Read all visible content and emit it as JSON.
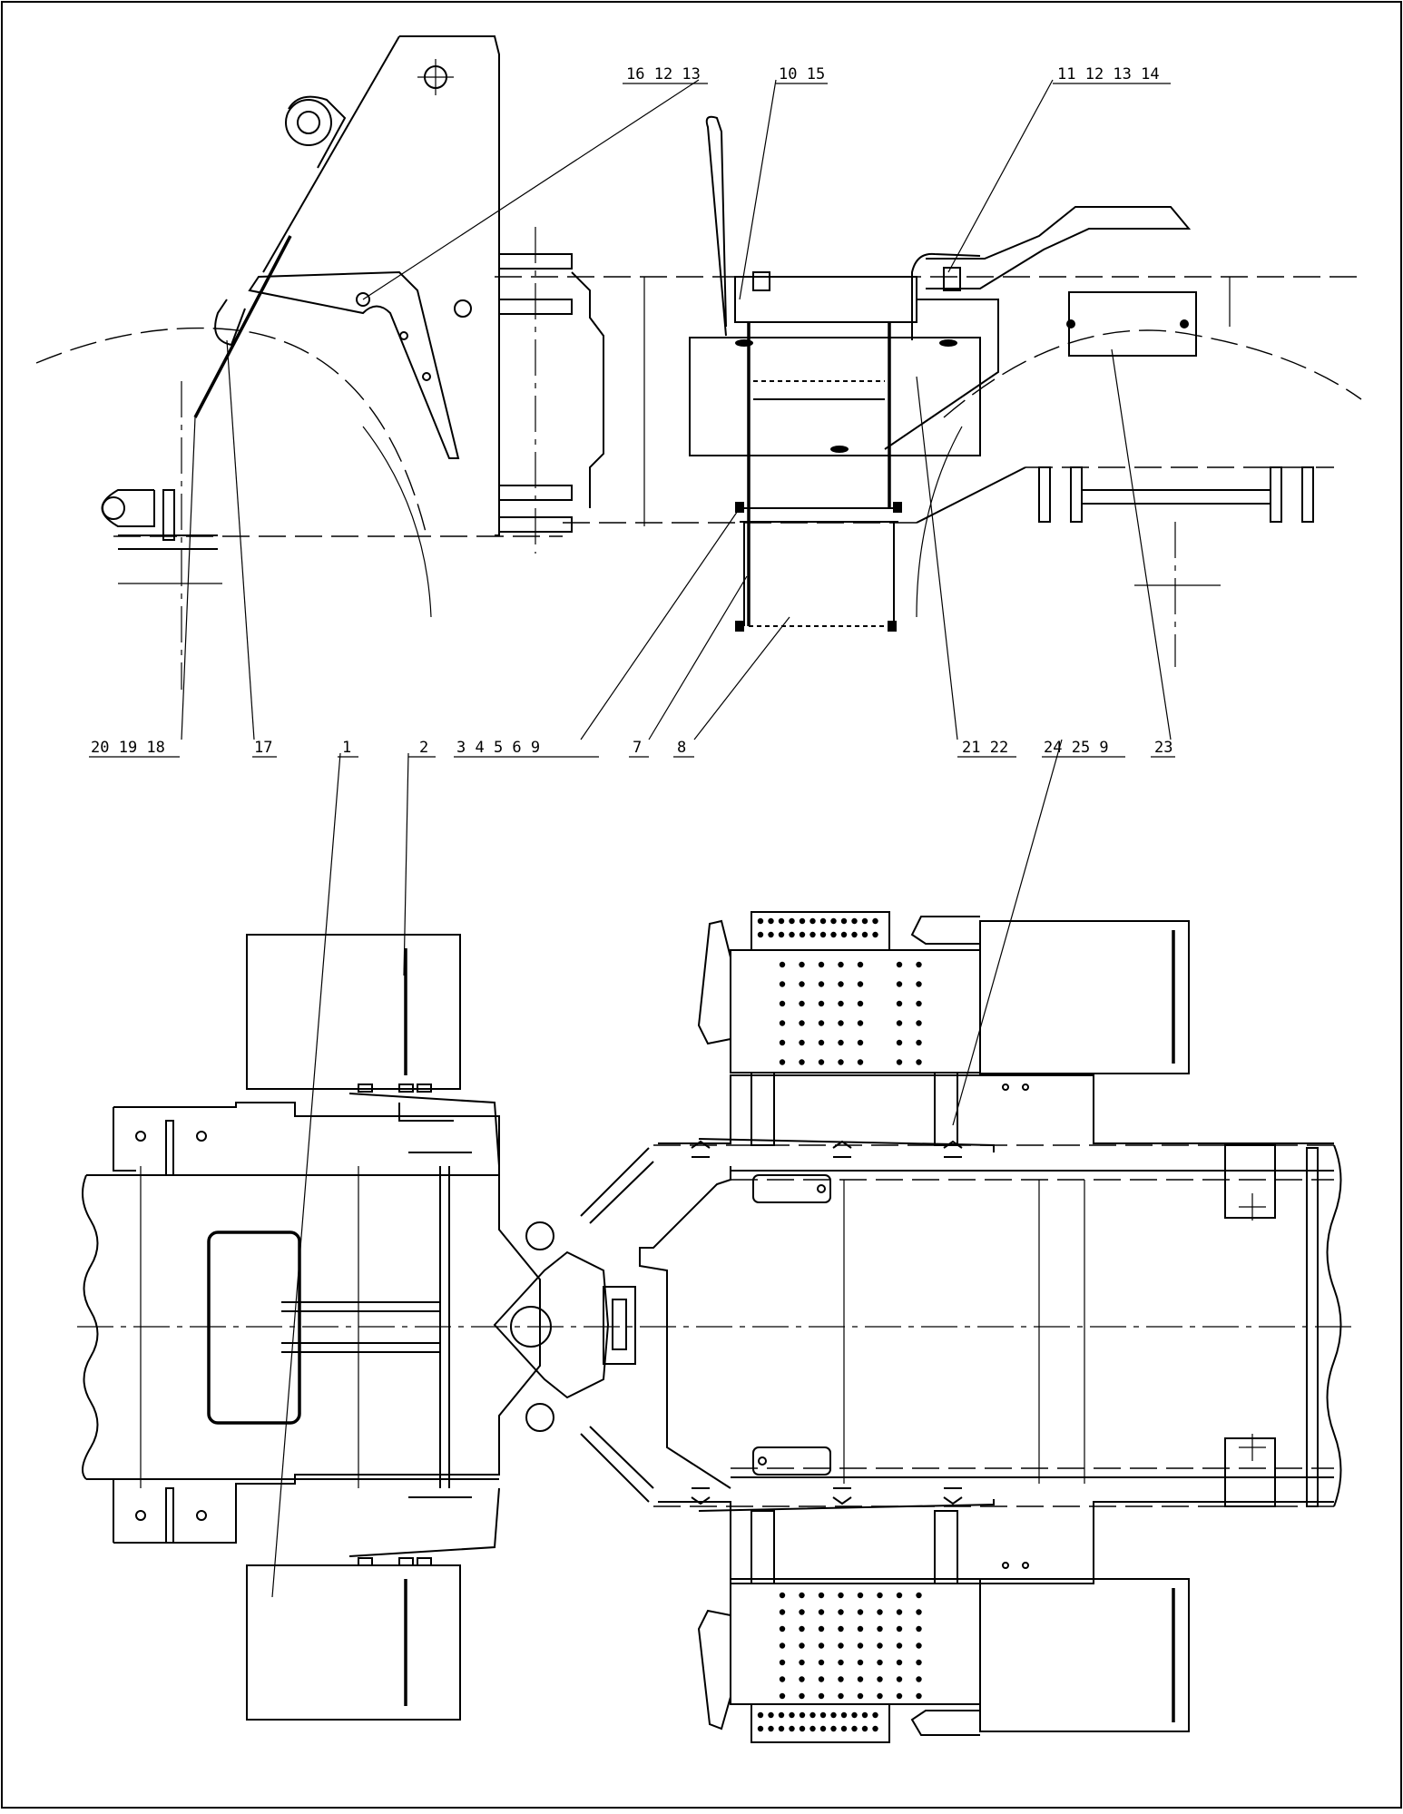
{
  "callouts_side_view": [
    {
      "id": "callout-16-12-13",
      "text": "16 12 13"
    },
    {
      "id": "callout-10-15",
      "text": "10 15"
    },
    {
      "id": "callout-11-12-13-14",
      "text": "11 12 13 14"
    },
    {
      "id": "callout-20-19-18",
      "text": "20 19 18"
    },
    {
      "id": "callout-17",
      "text": "17"
    },
    {
      "id": "callout-1",
      "text": "1"
    },
    {
      "id": "callout-2",
      "text": "2"
    },
    {
      "id": "callout-3-4-5-6-9",
      "text": "3 4 5 6 9"
    },
    {
      "id": "callout-7",
      "text": "7"
    },
    {
      "id": "callout-8",
      "text": "8"
    },
    {
      "id": "callout-21-22",
      "text": "21 22"
    },
    {
      "id": "callout-24-25-9",
      "text": "24 25 9"
    },
    {
      "id": "callout-23",
      "text": "23"
    }
  ]
}
